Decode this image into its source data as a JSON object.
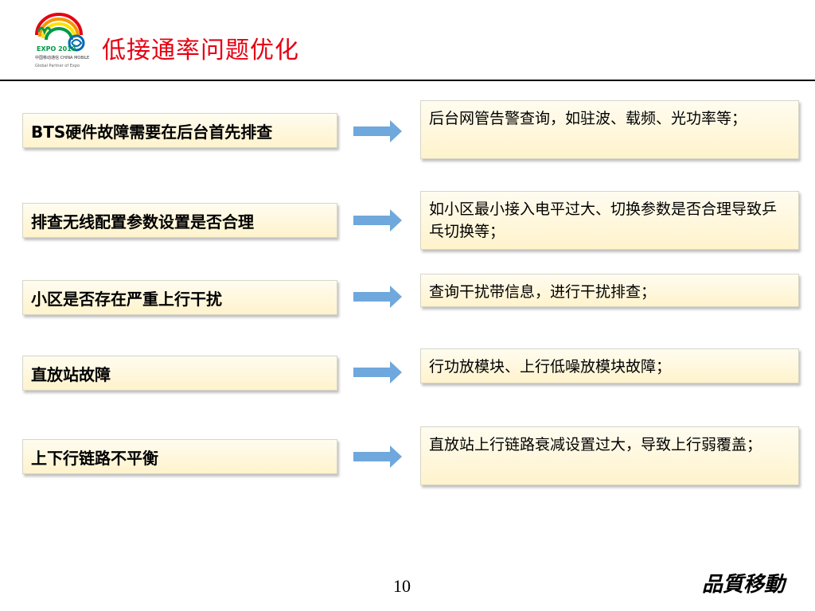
{
  "slide": {
    "title": "低接通率问题优化",
    "page_number": "10",
    "brand_slogan": "品質移動"
  },
  "logo": {
    "expo_text": "EXPO 2010",
    "partner_text": "中国移动通信 CHINA MOBILE",
    "tagline": "Global Partner of Expo",
    "accent_colors": [
      "#e60012",
      "#f39800",
      "#ffe100",
      "#009944",
      "#0068b7"
    ]
  },
  "items": [
    {
      "cause": "BTS硬件故障需要在后台首先排查",
      "action": "后台网管告警查询，如驻波、载频、光功率等；"
    },
    {
      "cause": "排查无线配置参数设置是否合理",
      "action": "如小区最小接入电平过大、切换参数是否合理导致乒乓切换等；"
    },
    {
      "cause": "小区是否存在严重上行干扰",
      "action": "查询干扰带信息，进行干扰排查；"
    },
    {
      "cause": "直放站故障",
      "action": "行功放模块、上行低噪放模块故障；"
    },
    {
      "cause": "上下行链路不平衡",
      "action": "直放站上行链路衰减设置过大，导致上行弱覆盖；"
    }
  ],
  "colors": {
    "title": "#e60012",
    "box_fill": "#fff3cc",
    "arrow": "#6fa8dc"
  }
}
